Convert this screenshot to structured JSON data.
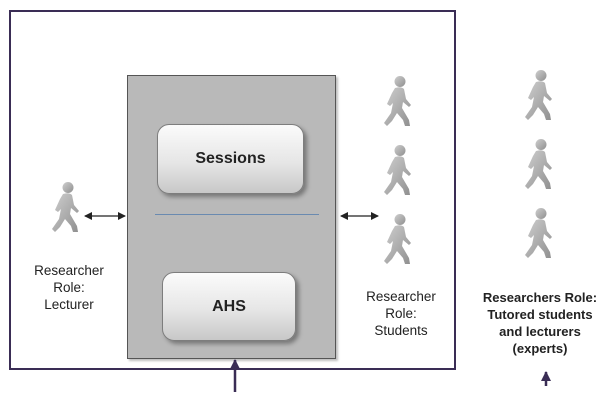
{
  "diagram": {
    "components": [
      {
        "id": "sessions",
        "label": "Sessions"
      },
      {
        "id": "ahs",
        "label": "AHS"
      }
    ],
    "actors": [
      {
        "id": "lecturer",
        "label": "Researcher\nRole:\nLecturer",
        "icon": "person-icon"
      },
      {
        "id": "students",
        "label": "Researcher\nRole:\nStudents",
        "icon": "person-icon"
      },
      {
        "id": "experts",
        "label": "Researchers Role:\nTutored students\nand lecturers\n(experts)",
        "icon": "person-icon"
      }
    ],
    "edges": [
      {
        "from": "lecturer",
        "to": "system",
        "style": "double-arrow"
      },
      {
        "from": "system",
        "to": "students",
        "style": "double-arrow"
      },
      {
        "from": "experts",
        "to": "system",
        "style": "arrow-up"
      }
    ],
    "colors": {
      "frame": "#3a2d55",
      "panel": "#b9b9b9",
      "divider": "#6a8ab0",
      "person": "#a8a8a8"
    }
  }
}
